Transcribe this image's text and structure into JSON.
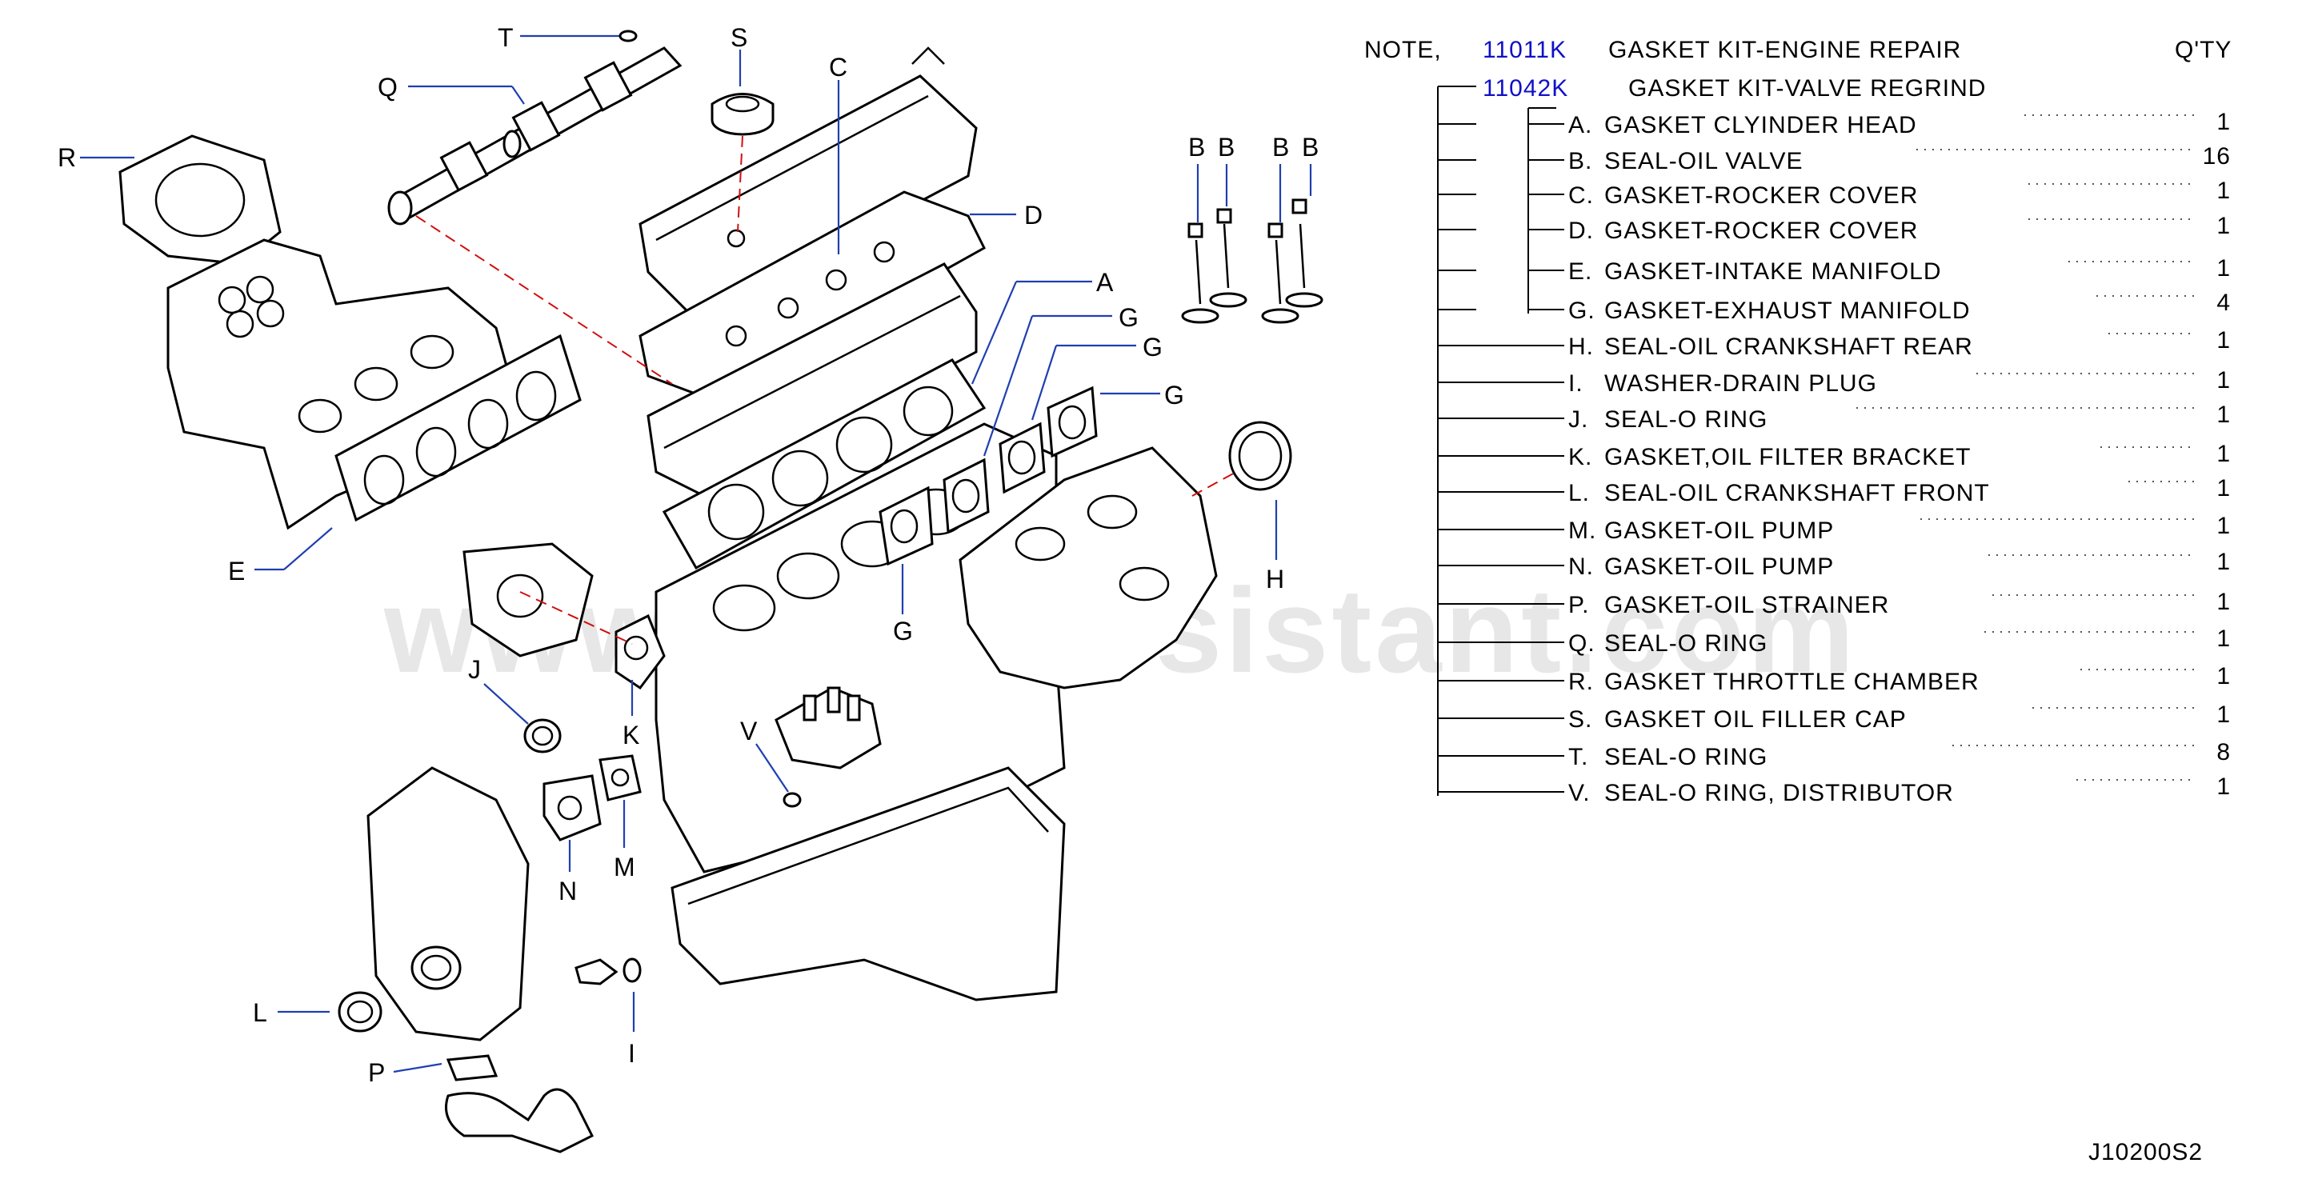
{
  "watermark": "www.partsassistant.com",
  "figure_code": "J10200S2",
  "note": {
    "label": "NOTE,",
    "qty_header": "Q'TY",
    "kits": [
      {
        "code": "11011K",
        "name": "GASKET  KIT-ENGINE  REPAIR"
      },
      {
        "code": "11042K",
        "name": "GASKET  KIT-VALVE  REGRIND"
      }
    ]
  },
  "parts": [
    {
      "letter": "A.",
      "name": "GASKET  CLYINDER  HEAD",
      "qty": "1"
    },
    {
      "letter": "B.",
      "name": "SEAL-OIL  VALVE",
      "qty": "16"
    },
    {
      "letter": "C.",
      "name": "GASKET-ROCKER  COVER",
      "qty": "1"
    },
    {
      "letter": "D.",
      "name": "GASKET-ROCKER  COVER",
      "qty": "1"
    },
    {
      "letter": "E.",
      "name": "GASKET-INTAKE  MANIFOLD",
      "qty": "1"
    },
    {
      "letter": "G.",
      "name": "GASKET-EXHAUST  MANIFOLD",
      "qty": "4"
    },
    {
      "letter": "H.",
      "name": "SEAL-OIL  CRANKSHAFT  REAR",
      "qty": "1"
    },
    {
      "letter": "I.",
      "name": "WASHER-DRAIN  PLUG",
      "qty": "1"
    },
    {
      "letter": "J.",
      "name": "SEAL-O  RING",
      "qty": "1"
    },
    {
      "letter": "K.",
      "name": "GASKET,OIL  FILTER  BRACKET",
      "qty": "1"
    },
    {
      "letter": "L.",
      "name": "SEAL-OIL  CRANKSHAFT  FRONT",
      "qty": "1"
    },
    {
      "letter": "M.",
      "name": "GASKET-OIL  PUMP",
      "qty": "1"
    },
    {
      "letter": "N.",
      "name": "GASKET-OIL  PUMP",
      "qty": "1"
    },
    {
      "letter": "P.",
      "name": "GASKET-OIL  STRAINER",
      "qty": "1"
    },
    {
      "letter": "Q.",
      "name": "SEAL-O  RING",
      "qty": "1"
    },
    {
      "letter": "R.",
      "name": "GASKET  THROTTLE  CHAMBER",
      "qty": "1"
    },
    {
      "letter": "S.",
      "name": "GASKET  OIL  FILLER  CAP",
      "qty": "1"
    },
    {
      "letter": "T.",
      "name": "SEAL-O  RING",
      "qty": "8"
    },
    {
      "letter": "V.",
      "name": "SEAL-O  RING,  DISTRIBUTOR",
      "qty": "1"
    }
  ],
  "callouts": {
    "T": "T",
    "S": "S",
    "Q": "Q",
    "C": "C",
    "R": "R",
    "D": "D",
    "B1": "B",
    "B2": "B",
    "B3": "B",
    "B4": "B",
    "A": "A",
    "G1": "G",
    "G2": "G",
    "G3": "G",
    "G4": "G",
    "E": "E",
    "H": "H",
    "J": "J",
    "K": "K",
    "V": "V",
    "N": "N",
    "M": "M",
    "L": "L",
    "P": "P",
    "I": "I"
  },
  "colors": {
    "leader_line": "#1f3fb0",
    "alignment_dash": "#d01010",
    "part_code": "#1010c8"
  }
}
